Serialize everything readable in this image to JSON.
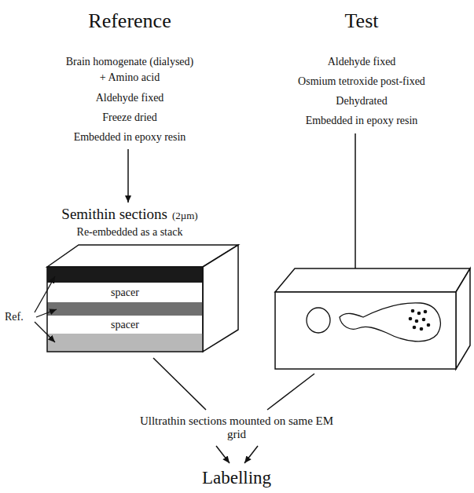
{
  "diagram": {
    "nodes": [
      {
        "text": [
          "spacer"
        ]
      },
      {
        "text": [
          "spacer"
        ]
      }
    ],
    "labels": [
      "Reference",
      "Test",
      "Brain homogenate (dialysed)",
      "+ Amino acid",
      "Aldehyde fixed",
      "Freeze dried",
      "Embedded in epoxy resin",
      "Aldehyde fixed",
      "Osmium tetroxide post-fixed",
      "Dehydrated",
      "Embedded in epoxy resin",
      "Semithin sections",
      "(2µm)",
      "Re-embedded as a stack",
      "Ref.",
      "Ulltrathin sections mounted on same EM grid",
      "Labelling"
    ]
  }
}
